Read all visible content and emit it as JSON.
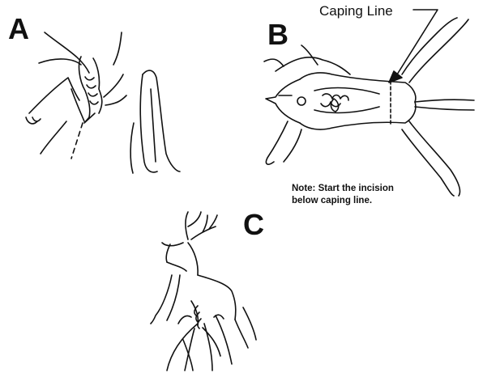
{
  "panels": {
    "a": {
      "letter": "A"
    },
    "b": {
      "letter": "B"
    },
    "c": {
      "letter": "C"
    }
  },
  "caping_line": {
    "label": "Caping Line"
  },
  "note": {
    "line1": "Note: Start the incision",
    "line2": "below caping line."
  },
  "colors": {
    "ink": "#111111",
    "background": "#ffffff"
  }
}
